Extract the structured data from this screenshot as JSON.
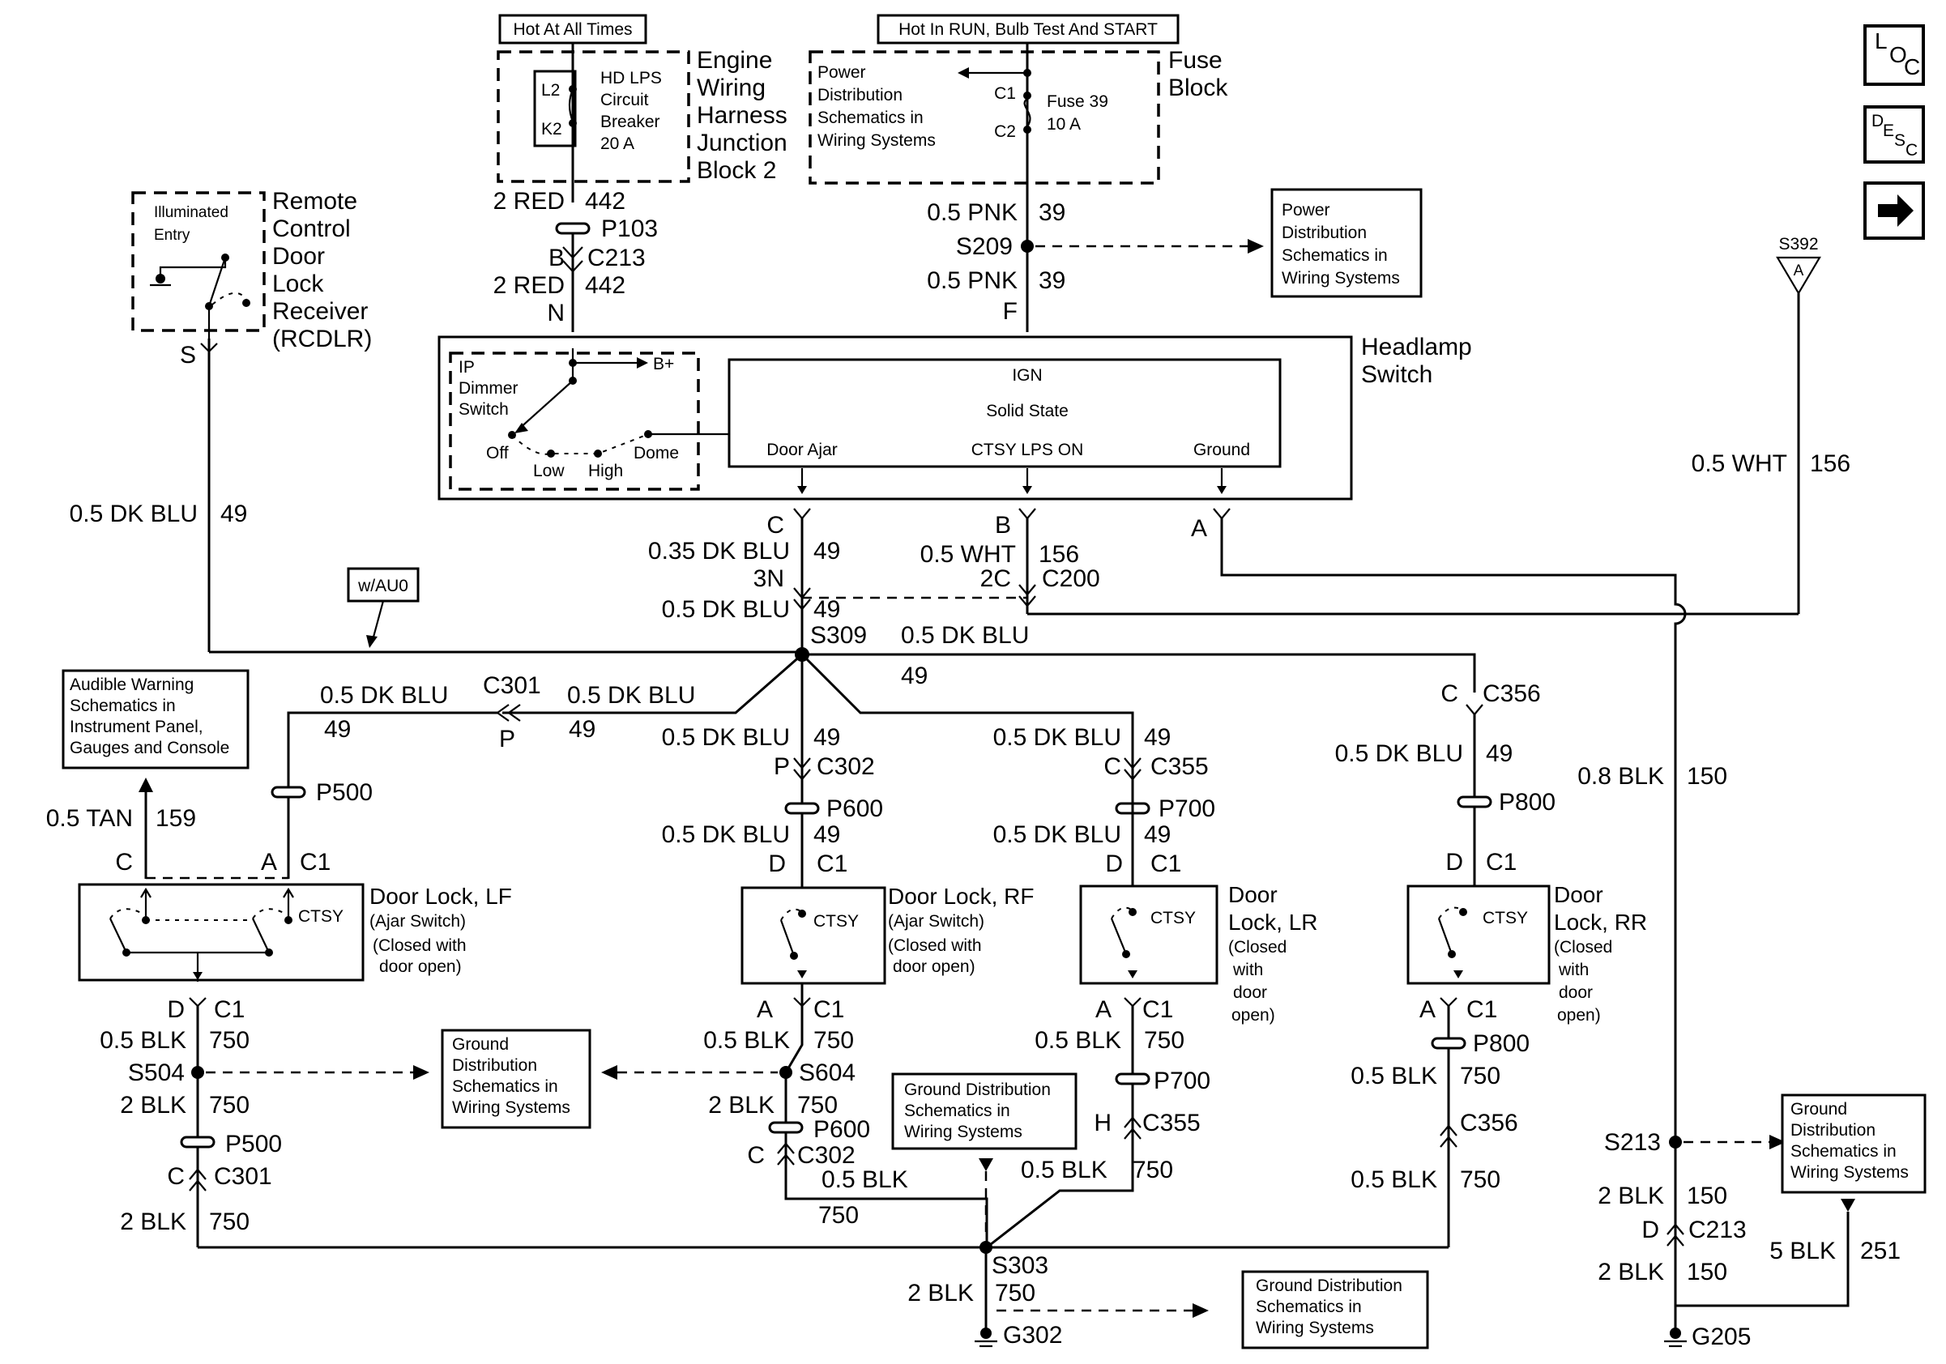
{
  "power": {
    "hot_at_all_times": "Hot At All Times",
    "hot_in_run": "Hot In RUN, Bulb Test And START"
  },
  "junction_block": {
    "name": [
      "Engine",
      "Wiring",
      "Harness",
      "Junction",
      "Block 2"
    ],
    "breaker": [
      "HD LPS",
      "Circuit",
      "Breaker",
      "20 A"
    ],
    "pin_l2": "L2",
    "pin_k2": "K2"
  },
  "fuse_block": {
    "name": [
      "Fuse",
      "Block"
    ],
    "ref": [
      "Power",
      "Distribution",
      "Schematics in",
      "Wiring Systems"
    ],
    "fuse": [
      "Fuse 39",
      "10 A"
    ],
    "pin_c1": "C1",
    "pin_c2": "C2"
  },
  "icons": {
    "loc": [
      "L",
      "O",
      "C"
    ],
    "desc": [
      "D",
      "E",
      "S",
      "C"
    ],
    "arrow": "right-arrow-icon"
  },
  "s392": {
    "label": "S392",
    "pin": "A"
  },
  "rcdlr": {
    "name": [
      "Remote",
      "Control",
      "Door",
      "Lock",
      "Receiver",
      "(RCDLR)"
    ],
    "inner": [
      "Illuminated",
      "Entry"
    ],
    "pin": "S"
  },
  "headlamp": {
    "name": [
      "Headlamp",
      "Switch"
    ],
    "dimmer": [
      "IP",
      "Dimmer",
      "Switch"
    ],
    "bplus": "B+",
    "off": "Off",
    "low": "Low",
    "high": "High",
    "dome": "Dome",
    "ign": "IGN",
    "solid_state": "Solid State",
    "door_ajar": "Door Ajar",
    "ctsy": "CTSY LPS ON",
    "ground": "Ground",
    "pin_c": "C",
    "pin_b": "B",
    "pin_a": "A",
    "pin_n": "N",
    "pin_f": "F"
  },
  "power_ref": [
    "Power",
    "Distribution",
    "Schematics in",
    "Wiring Systems"
  ],
  "wires": {
    "red_2_a": "2 RED",
    "red_2_b": "2 RED",
    "c442_a": "442",
    "c442_b": "442",
    "pnk_a": "0.5 PNK",
    "pnk_b": "0.5 PNK",
    "c39_a": "39",
    "c39_b": "39",
    "dkblu_035": "0.35 DK BLU",
    "dkblu_a": "0.5 DK BLU",
    "dkblu_b": "0.5 DK BLU",
    "dkblu_c": "0.5 DK BLU",
    "dkblu_d": "0.5 DK BLU",
    "dkblu_e": "0.5 DK BLU",
    "dkblu_f": "0.5 DK BLU",
    "dkblu_g": "0.5 DK BLU",
    "dkblu_h": "0.5 DK BLU",
    "dkblu_i": "0.5 DK BLU",
    "dkblu_j": "0.5 DK BLU",
    "dkblu_k": "0.5 DK BLU",
    "dkblu_l": "0.5 DK BLU",
    "c49": "49",
    "wht": "0.5 WHT",
    "c156": "156",
    "tan": "0.5 TAN",
    "c159": "159",
    "blk05": "0.5 BLK",
    "blk2": "2 BLK",
    "blk08": "0.8 BLK",
    "blk5": "5 BLK",
    "c750": "750",
    "c150": "150",
    "c251": "251"
  },
  "connectors": {
    "p103": "P103",
    "c213": "C213",
    "b": "B",
    "s209": "S209",
    "c200": "C200",
    "p3n": "3N",
    "p2c": "2C",
    "s309": "S309",
    "wau0": "w/AU0",
    "c301": "C301",
    "p": "P",
    "c302": "C302",
    "c355": "C355",
    "c356": "C356",
    "c": "C",
    "d": "D",
    "a": "A",
    "h": "H",
    "c1": "C1",
    "p500": "P500",
    "p600": "P600",
    "p700": "P700",
    "p800": "P800",
    "s504": "S504",
    "s604": "S604",
    "s303": "S303",
    "s213": "S213",
    "g302": "G302",
    "g205": "G205"
  },
  "audible_ref": [
    "Audible Warning",
    "Schematics in",
    "Instrument Panel,",
    "Gauges and Console"
  ],
  "ground_ref": [
    "Ground",
    "Distribution",
    "Schematics in",
    "Wiring Systems"
  ],
  "ground_ref2": [
    "Ground Distribution",
    "Schematics in",
    "Wiring Systems"
  ],
  "door_locks": {
    "lf": {
      "name": "Door Lock, LF",
      "sub": [
        "(Ajar Switch)",
        "(Closed with",
        "door open)"
      ]
    },
    "rf": {
      "name": "Door Lock, RF",
      "sub": [
        "(Ajar Switch)",
        "(Closed with",
        "door open)"
      ]
    },
    "lr": {
      "name": [
        "Door",
        "Lock, LR"
      ],
      "sub": [
        "(Closed",
        "with",
        "door",
        "open)"
      ]
    },
    "rr": {
      "name": [
        "Door",
        "Lock, RR"
      ],
      "sub": [
        "(Closed",
        "with",
        "door",
        "open)"
      ]
    },
    "ctsy": "CTSY"
  }
}
